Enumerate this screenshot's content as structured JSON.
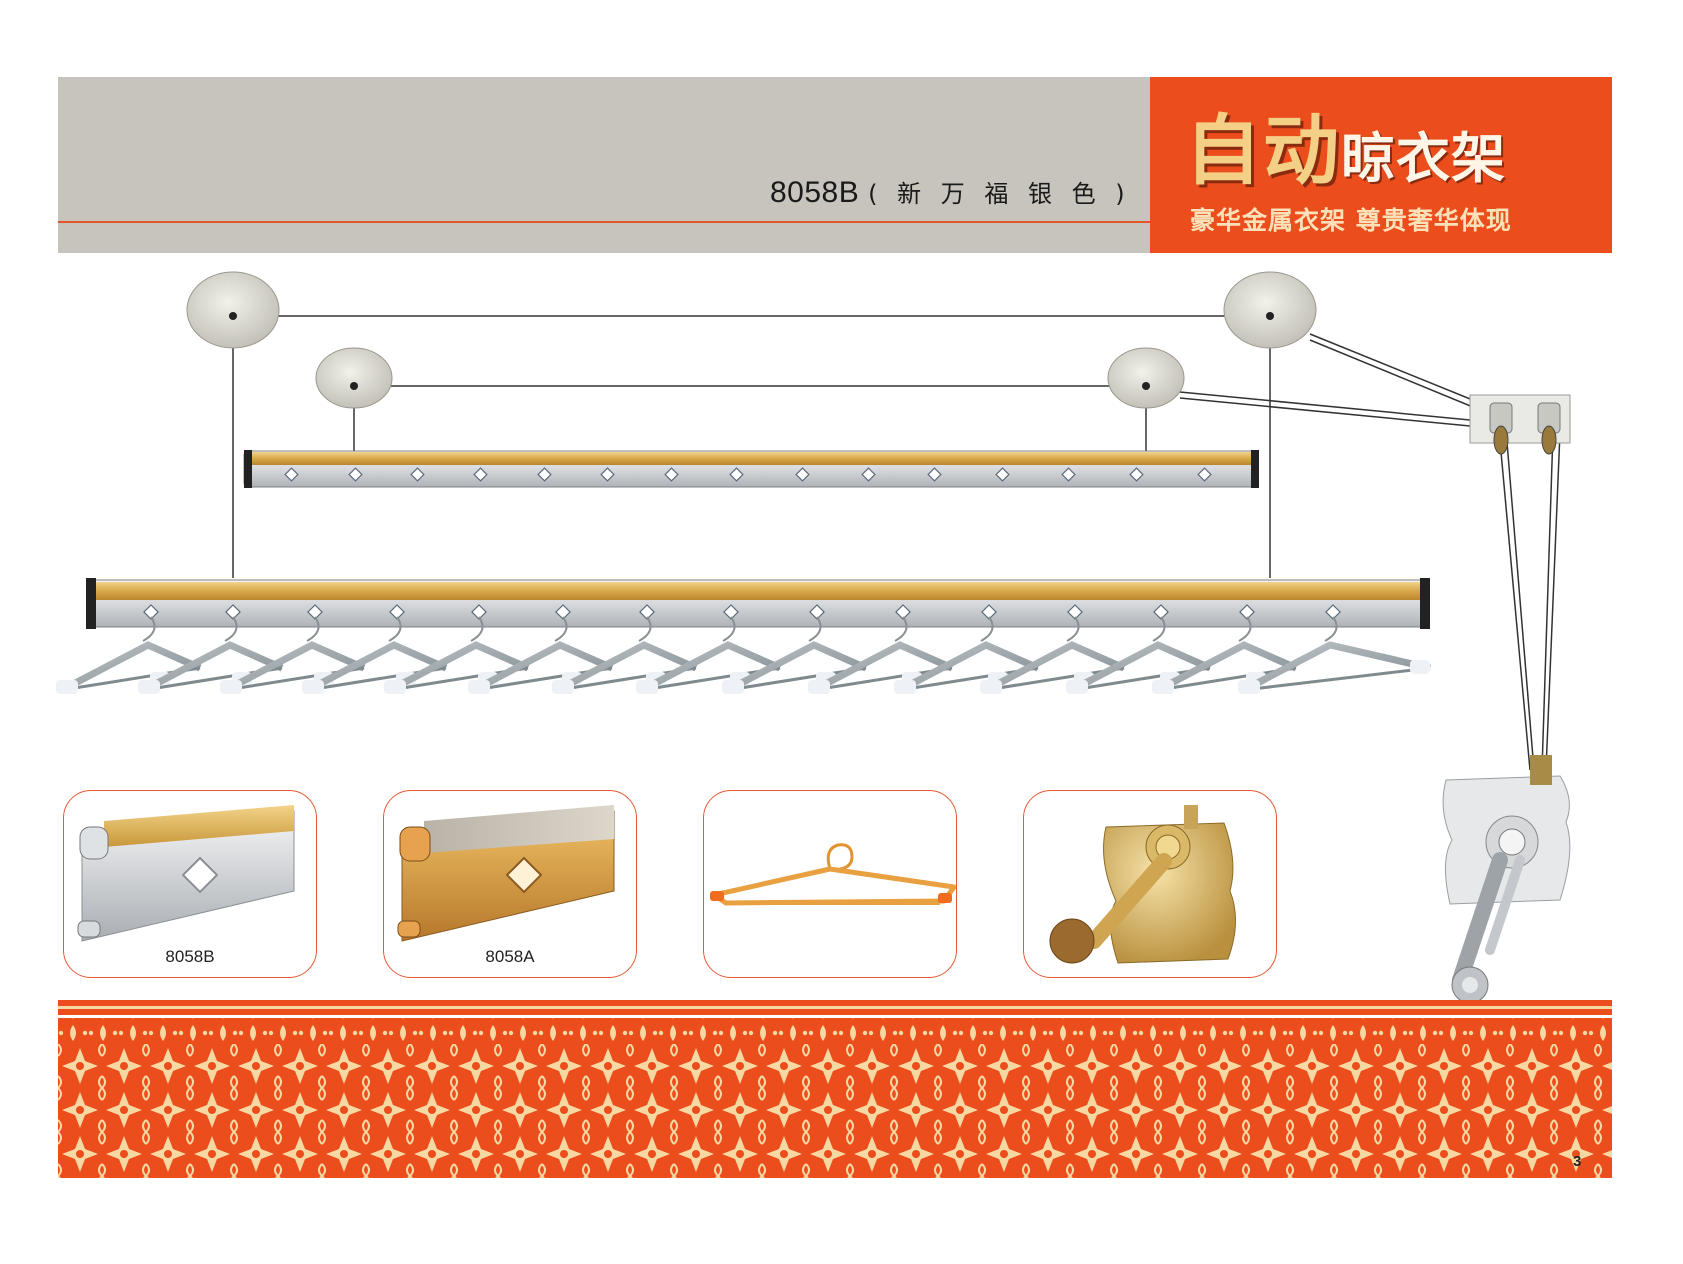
{
  "header": {
    "product_code": "8058B",
    "product_variant": "( 新 万 福 银 色 )"
  },
  "brand": {
    "title_part1": "自动",
    "title_part2": "晾衣架",
    "slogan": "豪华金属衣架 尊贵奢华体现"
  },
  "thumbnails": [
    {
      "label": "8058B",
      "kind": "silver-rail-profile"
    },
    {
      "label": "8058A",
      "kind": "gold-rail-profile"
    },
    {
      "label": "",
      "kind": "hanger"
    },
    {
      "label": "",
      "kind": "hand-crank"
    }
  ],
  "page": {
    "number": "3"
  },
  "colors": {
    "header_gray": "#c6c4bc",
    "brand_orange": "#ec4d1d",
    "accent_gold": "#e8b75a",
    "pattern_cream": "#f6d8a2"
  }
}
